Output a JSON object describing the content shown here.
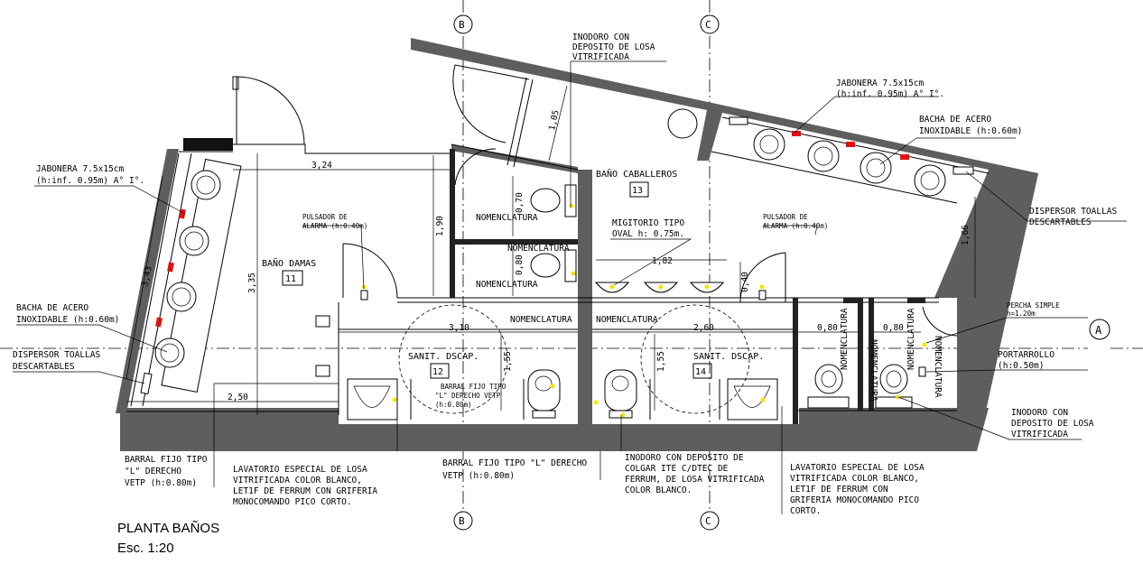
{
  "drawing": {
    "title": "PLANTA BAÑOS",
    "scale": "Esc. 1:20"
  },
  "axes": {
    "b_top": "B",
    "b_bottom": "B",
    "c_top": "C",
    "c_bottom": "C",
    "a_right": "A"
  },
  "rooms": {
    "damas_name": "BAÑO DAMAS",
    "damas_num": "11",
    "caballeros_name": "BAÑO CABALLEROS",
    "caballeros_num": "13",
    "sanit1_name": "SANIT. DSCAP.",
    "sanit1_num": "12",
    "sanit2_name": "SANIT. DSCAP.",
    "sanit2_num": "14"
  },
  "dimensions": {
    "d324": "3,24",
    "d343": "3,43",
    "d335": "3,35",
    "d250": "2,50",
    "d190": "1,90",
    "d070": "0,70",
    "d080a": "0,80",
    "d105": "1,05",
    "d182": "1,82",
    "d040": "0,40",
    "d310": "3,10",
    "d155a": "1,55",
    "d260": "2,60",
    "d155b": "1,55",
    "d080b": "0,80",
    "d080c": "0,80",
    "d166": "1,66"
  },
  "nomenclatura": {
    "n1": "NOMENCLATURA",
    "n2": "NOMENCLATURA",
    "n3": "NOMENCLATURA",
    "n4": "NOMENCLATURA",
    "n5": "NOMENCLATURA",
    "n6": "NOMENCLATURA",
    "n7": "NOMENCLATURA",
    "n8": "NOMENCLATURA",
    "n9": "NOMENCLATURA"
  },
  "notes": {
    "jabonera_left_1": "JABONERA 7.5x15cm",
    "jabonera_left_2": "(h:inf. 0.95m) A° I°.",
    "bacha_left_1": "BACHA DE ACERO",
    "bacha_left_2": "INOXIDABLE (h:0.60m)",
    "dispersor_left_1": "DISPERSOR TOALLAS",
    "dispersor_left_2": "DESCARTABLES",
    "barral_left_1": "BARRAL FIJO TIPO",
    "barral_left_2": "\"L\" DERECHO",
    "barral_left_3": "VETP (h:0.80m)",
    "lav_left_1": "LAVATORIO ESPECIAL DE LOSA",
    "lav_left_2": "VITRIFICADA COLOR BLANCO,",
    "lav_left_3": "LET1F DE FERRUM CON GRIFERIA",
    "lav_left_4": "MONOCOMANDO PICO CORTO.",
    "pulsador_left_1": "PULSADOR DE",
    "pulsador_left_2": "ALARMA (h:0.40m)",
    "barral_mid_1": "BARRAL FIJO TIPO",
    "barral_mid_2": "\"L\" DERECHO VETP",
    "barral_mid_3": "(h:0.80m)",
    "barral_bottom_1": "BARRAL FIJO TIPO \"L\" DERECHO",
    "barral_bottom_2": "VETP (h:0.80m)",
    "inodoro_top_1": "INODORO CON",
    "inodoro_top_2": "DEPOSITO DE LOSA",
    "inodoro_top_3": "VITRIFICADA",
    "migitorio_1": "MIGITORIO TIPO",
    "migitorio_2": "OVAL h: 0.75m.",
    "pulsador_right_1": "PULSADOR DE",
    "pulsador_right_2": "ALARMA (h:0.40m)",
    "inodoro_colgar_1": "INODORO CON DEPOSITO DE",
    "inodoro_colgar_2": "COLGAR ITE C/DTEC DE",
    "inodoro_colgar_3": "FERRUM, DE LOSA VITRIFICADA",
    "inodoro_colgar_4": "COLOR BLANCO.",
    "lav_right_1": "LAVATORIO ESPECIAL DE LOSA",
    "lav_right_2": "VITRIFICADA COLOR BLANCO,",
    "lav_right_3": "LET1F DE FERRUM CON",
    "lav_right_4": "GRIFERIA MONOCOMANDO PICO",
    "lav_right_5": "CORTO.",
    "jabonera_right_1": "JABONERA 7.5x15cm",
    "jabonera_right_2": "(h:inf. 0.95m) A° I°.",
    "bacha_right_1": "BACHA DE ACERO",
    "bacha_right_2": "INOXIDABLE (h:0.60m)",
    "dispersor_right_1": "DISPERSOR TOALLAS",
    "dispersor_right_2": "DESCARTABLES",
    "percha_1": "PERCHA SIMPLE",
    "percha_2": "h=1.20m",
    "portarrollo_1": "PORTARROLLO",
    "portarrollo_2": "(h:0.50m)",
    "inodoro_right_1": "INODORO CON",
    "inodoro_right_2": "DEPOSITO DE LOSA",
    "inodoro_right_3": "VITRIFICADA"
  }
}
